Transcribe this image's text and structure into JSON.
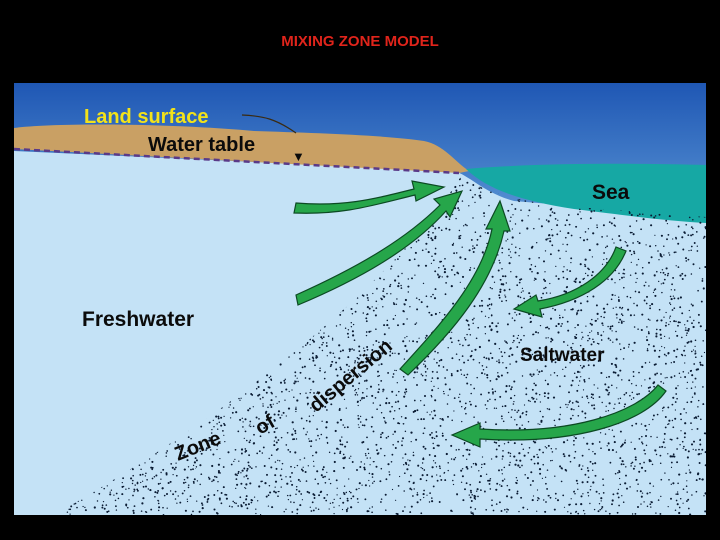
{
  "title": "MIXING ZONE MODEL",
  "labels": {
    "land_surface": "Land surface",
    "water_table": "Water table",
    "water_table_marker": "▼",
    "sea": "Sea",
    "freshwater": "Freshwater",
    "saltwater": "Saltwater",
    "zone_word_1": "Zone",
    "zone_word_2": "of",
    "zone_word_3": "dispersion"
  },
  "colors": {
    "title": "#e0241b",
    "background": "#000000",
    "sky_top": "#1f57b4",
    "sky_bottom": "#6aa6de",
    "land": "#c9a064",
    "land_label": "#f2e21a",
    "sea": "#16a8a4",
    "freshwater": "#c4e2f6",
    "saltwater_dots": "#0a1b33",
    "water_table_line": "#5a3a88",
    "arrow_fill": "#26a64a",
    "arrow_outline": "#0c4a23",
    "label_text": "#0b0b0b"
  },
  "arrows": [
    {
      "name": "freshwater-flow-arrow-upper",
      "direction": "toward-shoreline"
    },
    {
      "name": "freshwater-flow-arrow-lower",
      "direction": "toward-shoreline"
    },
    {
      "name": "mixing-zone-flow-arrow",
      "direction": "up-to-shoreline"
    },
    {
      "name": "saltwater-flow-arrow-upper",
      "direction": "landward"
    },
    {
      "name": "saltwater-flow-arrow-lower",
      "direction": "landward"
    }
  ]
}
